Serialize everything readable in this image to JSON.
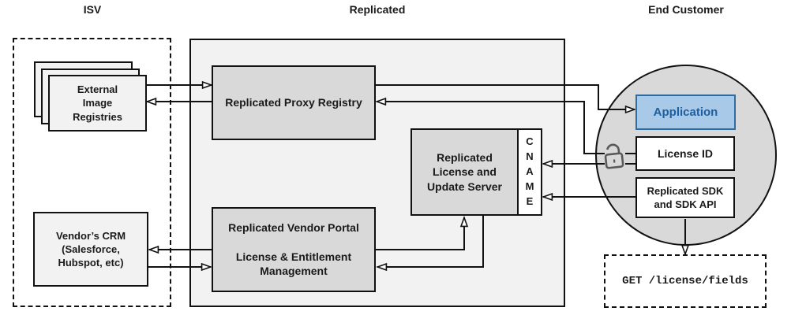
{
  "sections": {
    "isv": {
      "label": "ISV"
    },
    "replicated": {
      "label": "Replicated"
    },
    "end_customer": {
      "label": "End Customer"
    }
  },
  "nodes": {
    "external_registries": {
      "label": "External\nImage\nRegistries"
    },
    "vendor_crm": {
      "label": "Vendor’s CRM\n(Salesforce,\nHubspot, etc)"
    },
    "proxy_registry": {
      "label": "Replicated Proxy Registry"
    },
    "license_update_server": {
      "label": "Replicated\nLicense and\nUpdate Server"
    },
    "cname": {
      "label": "C\nN\nA\nM\nE"
    },
    "vendor_portal": {
      "label": "Replicated Vendor Portal\n\nLicense & Entitlement\nManagement"
    },
    "application": {
      "label": "Application"
    },
    "license_id": {
      "label": "License ID"
    },
    "replicated_sdk": {
      "label": "Replicated SDK\nand SDK API"
    },
    "get_endpoint": {
      "label": "GET /license/fields"
    }
  },
  "icons": {
    "license_auth": "unlock-icon (open padlock)"
  },
  "edges": [
    {
      "from": "external_registries",
      "to": "proxy_registry"
    },
    {
      "from": "proxy_registry",
      "to": "external_registries"
    },
    {
      "from": "vendor_portal",
      "to": "vendor_crm"
    },
    {
      "from": "vendor_crm",
      "to": "vendor_portal"
    },
    {
      "from": "proxy_registry",
      "to": "application"
    },
    {
      "from": "license_id",
      "to": "proxy_registry",
      "via": "unlock-icon"
    },
    {
      "from": "license_id",
      "to": "cname",
      "via": "unlock-icon"
    },
    {
      "from": "replicated_sdk",
      "to": "cname"
    },
    {
      "from": "vendor_portal",
      "to": "license_update_server"
    },
    {
      "from": "license_update_server",
      "to": "vendor_portal"
    },
    {
      "from": "replicated_sdk",
      "to": "get_endpoint"
    }
  ],
  "colors": {
    "node_fill": "#d9d9d9",
    "container_fill": "#f2f2f2",
    "white_fill": "#ffffff",
    "line": "#111111",
    "application_fill": "#a8cae8",
    "application_border": "#2e6da4",
    "application_text": "#1f5fa0",
    "padlock": "#595959"
  }
}
